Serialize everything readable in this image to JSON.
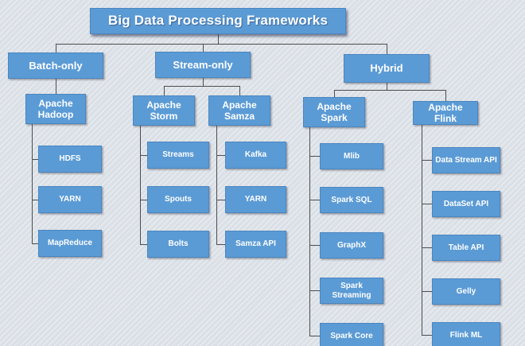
{
  "diagram": {
    "title": "Big Data Processing Frameworks",
    "categories": [
      {
        "label": "Batch-only"
      },
      {
        "label": "Stream-only"
      },
      {
        "label": "Hybrid"
      }
    ],
    "frameworks": [
      {
        "name": "Apache Hadoop",
        "category": "Batch-only",
        "components": [
          "HDFS",
          "YARN",
          "MapReduce"
        ]
      },
      {
        "name": "Apache Storm",
        "category": "Stream-only",
        "components": [
          "Streams",
          "Spouts",
          "Bolts"
        ]
      },
      {
        "name": "Apache Samza",
        "category": "Stream-only",
        "components": [
          "Kafka",
          "YARN",
          "Samza API"
        ]
      },
      {
        "name": "Apache Spark",
        "category": "Hybrid",
        "components": [
          "Mlib",
          "Spark SQL",
          "GraphX",
          "Spark Streaming",
          "Spark Core"
        ]
      },
      {
        "name": "Apache Flink",
        "category": "Hybrid",
        "components": [
          "Data Stream API",
          "DataSet API",
          "Table API",
          "Gelly",
          "Flink ML"
        ]
      }
    ],
    "colors": {
      "node_fill": "#5b9bd5",
      "node_border": "#4a86c0",
      "node_text": "#ffffff",
      "connector": "#4d4d4d",
      "background": "#dee4eb"
    }
  }
}
